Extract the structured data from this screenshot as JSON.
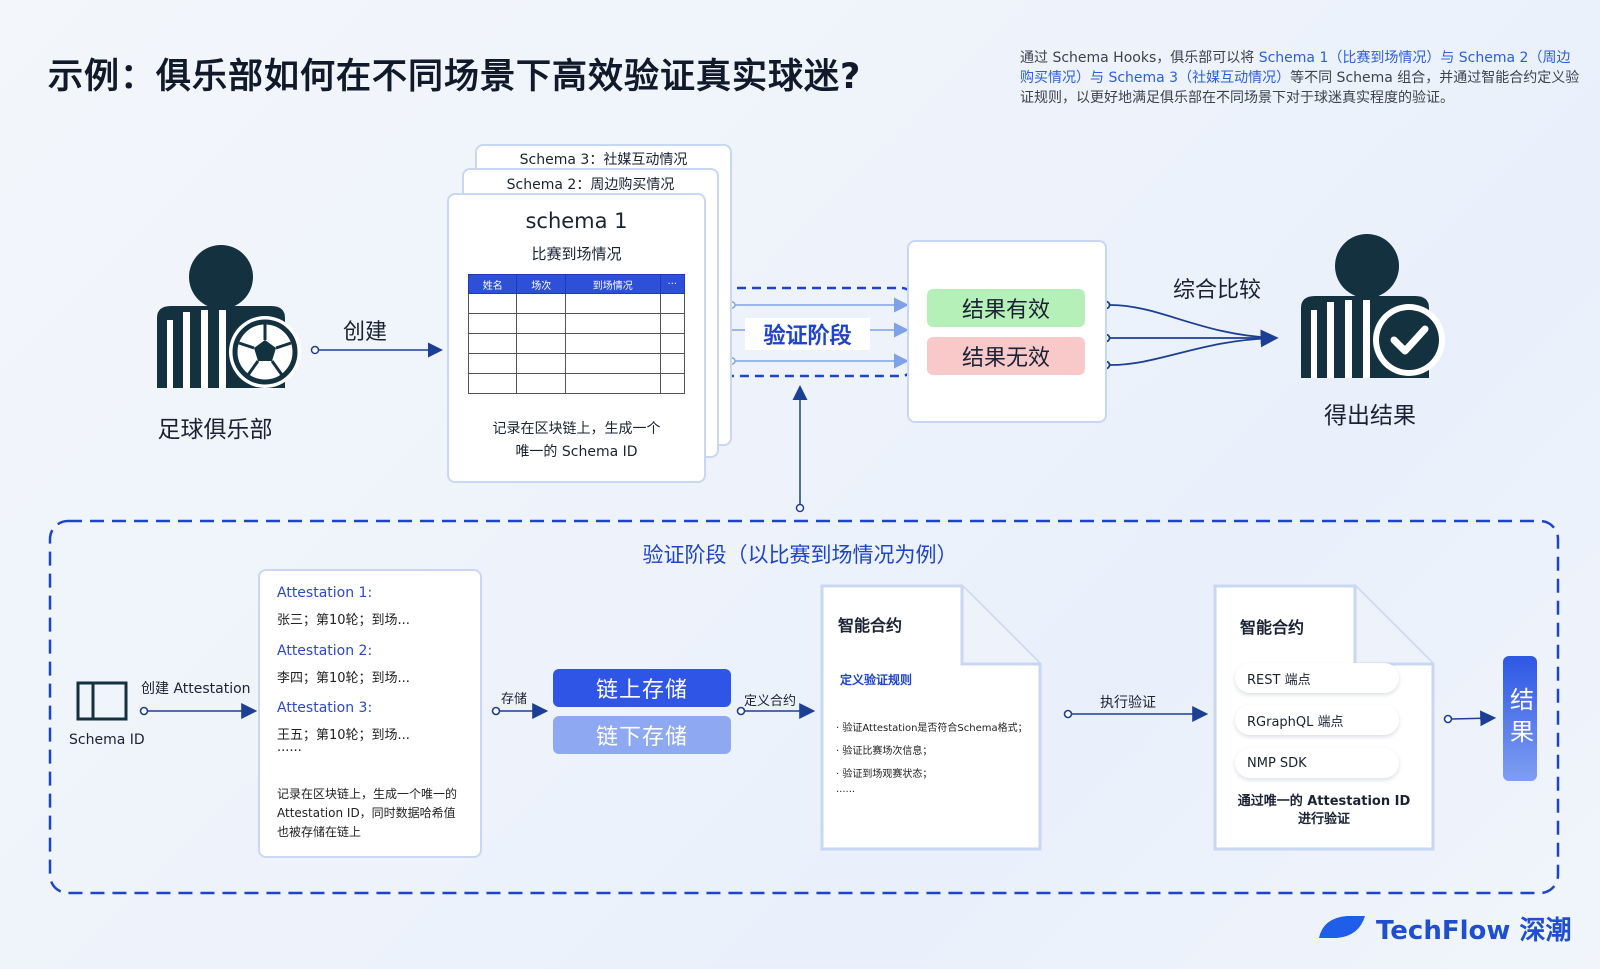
{
  "title": "示例：俱乐部如何在不同场景下高效验证真实球迷?",
  "description": {
    "p1": "通过 Schema Hooks，俱乐部可以将 ",
    "s1": "Schema 1（比赛到场情况）与 Schema 2（周边购买情况）与 Schema 3（社媒互动情况）",
    "p2": "等不同 Schema 组合，并通过智能合约定义验证规则，以更好地满足俱乐部在不同场景下对于球迷真实程度的验证。"
  },
  "club_label": "足球俱乐部",
  "create_label": "创建",
  "schema": {
    "s3": "Schema 3：社媒互动情况",
    "s2": "Schema 2：周边购买情况",
    "s1_title": "schema 1",
    "s1_sub": "比赛到场情况",
    "columns": [
      "姓名",
      "场次",
      "到场情况",
      "···"
    ],
    "note1": "记录在区块链上，生成一个",
    "note2": "唯一的 Schema ID"
  },
  "verify_stage": "验证阶段",
  "results": {
    "valid": "结果有效",
    "invalid": "结果无效"
  },
  "compare_label": "综合比较",
  "outcome_label": "得出结果",
  "lower": {
    "title": "验证阶段（以比赛到场情况为例）",
    "schema_id": "Schema ID",
    "create_att": "创建 Attestation",
    "attestations": [
      {
        "h": "Attestation 1:",
        "t": "张三；第10轮；到场..."
      },
      {
        "h": "Attestation 2:",
        "t": "李四；第10轮；到场..."
      },
      {
        "h": "Attestation 3:",
        "t": "王五；第10轮；到场..."
      }
    ],
    "dots": "......",
    "att_note": "记录在区块链上，生成一个唯一的 Attestation ID，同时数据哈希值也被存储在链上",
    "store_label": "存储",
    "onchain": "链上存储",
    "offchain": "链下存储",
    "define_contract": "定义合约",
    "contract_title": "智能合约",
    "contract_sub": "定义验证规则",
    "rules": [
      "· 验证Attestation是否符合Schema格式；",
      "· 验证比赛场次信息；",
      "· 验证到场观赛状态；"
    ],
    "rules_dots": "......",
    "exec_label": "执行验证",
    "contract2_title": "智能合约",
    "endpoints": [
      "REST 端点",
      "RGraphQL 端点",
      "NMP SDK"
    ],
    "contract2_note": "通过唯一的 Attestation ID 进行验证",
    "result": "结果"
  },
  "brand": "TechFlow 深潮",
  "colors": {
    "accent": "#2c5fe0",
    "dark": "#14313f",
    "valid": "#b5f0b8",
    "invalid": "#f9c9c9"
  }
}
